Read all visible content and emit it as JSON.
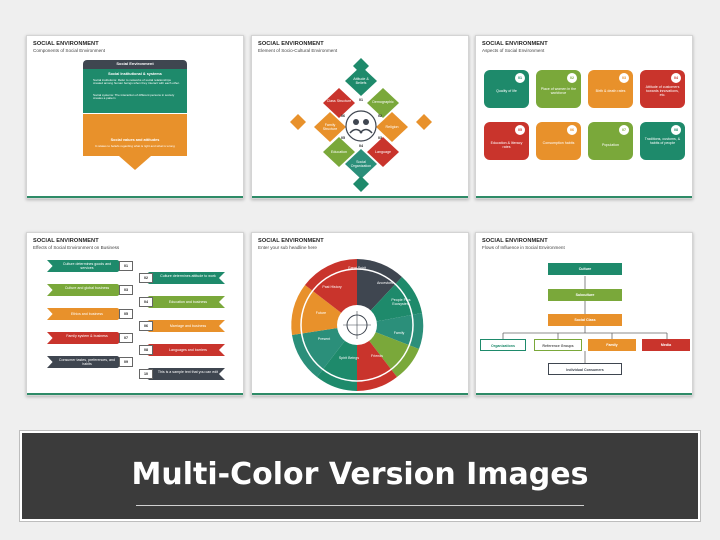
{
  "colors": {
    "green": "#1e8a6b",
    "orange": "#e8912b",
    "red": "#c9342c",
    "lime": "#7aa83a",
    "teal": "#2b8f7a",
    "dark": "#3f4650",
    "banner": "#3b3b3b"
  },
  "banner": {
    "text": "Multi-Color Version Images"
  },
  "slides": [
    {
      "title": "SOCIAL ENVIRONMENT",
      "subtitle": "Components of Social Environment",
      "header": "Social Environment",
      "green_heading": "Social Institutional & systems",
      "green_bullets": [
        "Social institutions: Refer to networks of social relationships created among human beings when they interact with each other.",
        "Social systems: The interaction of different persons in society creates a pattern"
      ],
      "orange_heading": "Social values and attitudes",
      "orange_text": "It relates to beliefs regarding what is right and what is wrong"
    },
    {
      "title": "SOCIAL ENVIRONMENT",
      "subtitle": "Element of Socio-Cultural Environment",
      "labels": [
        "Attitude & Beliefs",
        "Demographic",
        "Religion",
        "Language",
        "Social Organization",
        "Education",
        "Family Structure",
        "Class Structure"
      ],
      "numbers": [
        "01",
        "02",
        "03",
        "04",
        "05",
        "06",
        "07",
        "08"
      ]
    },
    {
      "title": "SOCIAL ENVIRONMENT",
      "subtitle": "Aspects of Social Environment",
      "cards": [
        {
          "num": "01",
          "label": "Quality of life"
        },
        {
          "num": "02",
          "label": "Place of women in the workforce"
        },
        {
          "num": "03",
          "label": "Birth & death rates"
        },
        {
          "num": "04",
          "label": "Attitude of customers towards innovations, etc."
        },
        {
          "num": "05",
          "label": "Education & literacy rates"
        },
        {
          "num": "06",
          "label": "Consumption habits"
        },
        {
          "num": "07",
          "label": "Population"
        },
        {
          "num": "08",
          "label": "Traditions, customs, & habits of people"
        }
      ]
    },
    {
      "title": "SOCIAL ENVIRONMENT",
      "subtitle": "Effects of Social Environment on Business",
      "left_items": [
        {
          "num": "01",
          "label": "Culture determines goods and services"
        },
        {
          "num": "03",
          "label": "Culture and global business"
        },
        {
          "num": "05",
          "label": "Ethics and business"
        },
        {
          "num": "07",
          "label": "Family system & business"
        },
        {
          "num": "09",
          "label": "Consumer tastes, preferences, and habits"
        }
      ],
      "right_items": [
        {
          "num": "02",
          "label": "Culture determines attitude to work"
        },
        {
          "num": "04",
          "label": "Education and business"
        },
        {
          "num": "06",
          "label": "Marriage and business"
        },
        {
          "num": "08",
          "label": "Languages and barriers"
        },
        {
          "num": "10",
          "label": "This is a sample text that you can edit"
        }
      ]
    },
    {
      "title": "SOCIAL ENVIRONMENT",
      "subtitle": "Enter your sub headline here",
      "segments": [
        "Great Spirit",
        "Ancestors",
        "People Plus Ecosystem",
        "Family",
        "Friends",
        "Spirit Beings",
        "Present",
        "Future",
        "Past History"
      ]
    },
    {
      "title": "SOCIAL ENVIRONMENT",
      "subtitle": "Flows of Influence in Social Environment",
      "culture": "Culture",
      "subculture": "Subculture",
      "social_class": "Social Class",
      "groups": [
        "Organizations",
        "Reference Groups",
        "Family",
        "Media"
      ],
      "consumer": "Individual Consumers"
    }
  ]
}
